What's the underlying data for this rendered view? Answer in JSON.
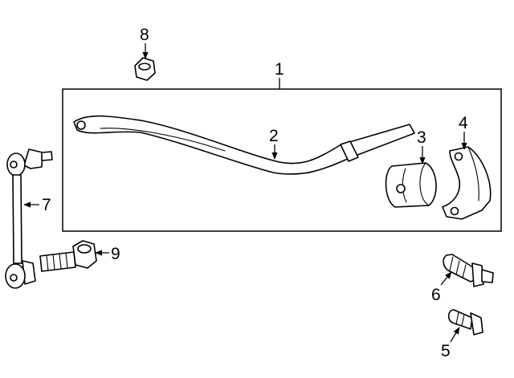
{
  "diagram": {
    "callouts": [
      {
        "id": "1",
        "label": "1"
      },
      {
        "id": "2",
        "label": "2"
      },
      {
        "id": "3",
        "label": "3"
      },
      {
        "id": "4",
        "label": "4"
      },
      {
        "id": "5",
        "label": "5"
      },
      {
        "id": "6",
        "label": "6"
      },
      {
        "id": "7",
        "label": "7"
      },
      {
        "id": "8",
        "label": "8"
      },
      {
        "id": "9",
        "label": "9"
      }
    ],
    "line_color": "#000000",
    "background": "#ffffff"
  }
}
